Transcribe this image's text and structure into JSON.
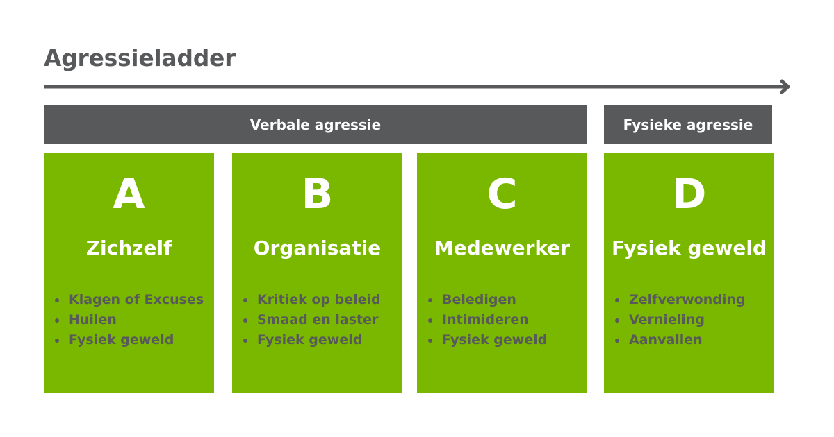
{
  "title": "Agressieladder",
  "colors": {
    "text_gray": "#58595b",
    "header_bg": "#58595b",
    "card_green": "#7ab800",
    "white": "#ffffff"
  },
  "categories": {
    "verbal": "Verbale agressie",
    "physical": "Fysieke agressie"
  },
  "cards": [
    {
      "letter": "A",
      "title": "Zichzelf",
      "items": [
        "Klagen of Excuses",
        "Huilen",
        "Fysiek geweld"
      ]
    },
    {
      "letter": "B",
      "title": "Organisatie",
      "items": [
        "Kritiek op beleid",
        "Smaad en laster",
        "Fysiek geweld"
      ]
    },
    {
      "letter": "C",
      "title": "Medewerker",
      "items": [
        "Beledigen",
        "Intimideren",
        "Fysiek geweld"
      ]
    },
    {
      "letter": "D",
      "title": "Fysiek geweld",
      "items": [
        "Zelfverwonding",
        "Vernieling",
        "Aanvallen"
      ]
    }
  ]
}
